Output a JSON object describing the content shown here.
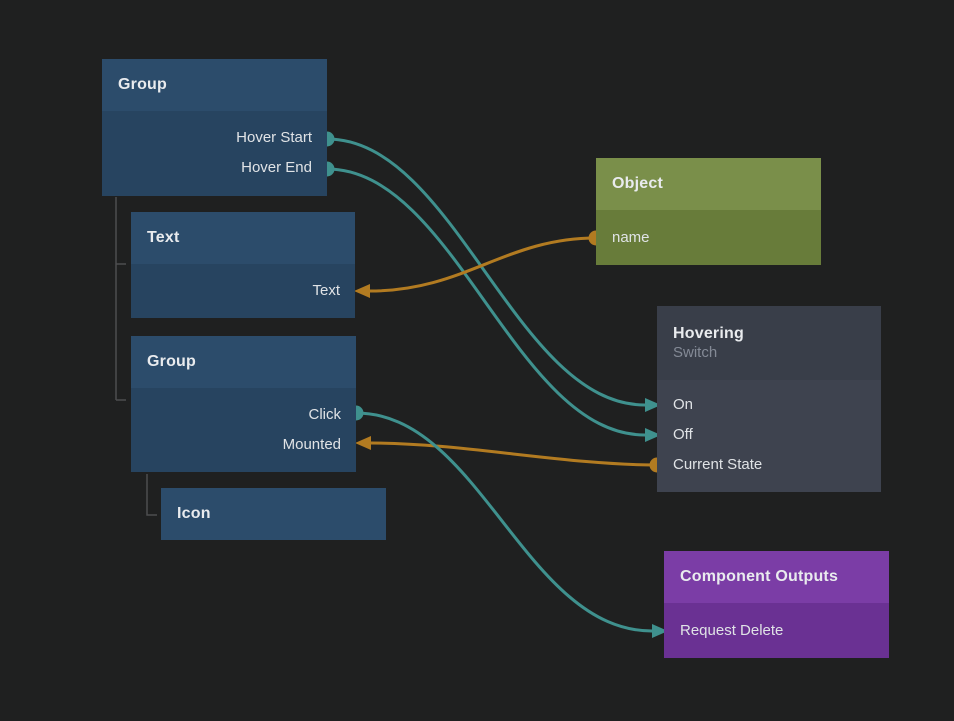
{
  "colors": {
    "bg": "#1f2020",
    "blue-header": "#2c4c6b",
    "blue-body": "#274460",
    "green-header": "#7a8f4a",
    "green-body": "#687c3a",
    "slate-header": "#393e49",
    "slate-body": "#3e434f",
    "purple-header": "#7b3da6",
    "purple-body": "#6a3193",
    "teal": "#3f918e",
    "orange": "#b27b21",
    "tree-line": "#4d4d4f",
    "title-text": "#e9ebee",
    "port-text": "#e0e3e6",
    "subtitle-text": "#848a96"
  },
  "nodes": {
    "group1": {
      "title": "Group",
      "color": "blue",
      "ports": [
        {
          "label": "Hover Start",
          "side": "right",
          "marker": "dot",
          "marker_color": "teal"
        },
        {
          "label": "Hover End",
          "side": "right",
          "marker": "dot",
          "marker_color": "teal"
        }
      ]
    },
    "text1": {
      "title": "Text",
      "color": "blue",
      "ports": [
        {
          "label": "Text",
          "side": "right",
          "marker": "arrow-in",
          "marker_color": "orange"
        }
      ]
    },
    "group2": {
      "title": "Group",
      "color": "blue",
      "ports": [
        {
          "label": "Click",
          "side": "right",
          "marker": "dot",
          "marker_color": "teal"
        },
        {
          "label": "Mounted",
          "side": "right",
          "marker": "arrow-in",
          "marker_color": "orange"
        }
      ]
    },
    "icon1": {
      "title": "Icon",
      "color": "blue",
      "ports": []
    },
    "object1": {
      "title": "Object",
      "color": "green",
      "ports": [
        {
          "label": "name",
          "side": "left",
          "marker": "dot",
          "marker_color": "orange"
        }
      ]
    },
    "hovering": {
      "title": "Hovering",
      "subtitle": "Switch",
      "color": "slate",
      "ports": [
        {
          "label": "On",
          "side": "left",
          "marker": "arrow-in",
          "marker_color": "teal"
        },
        {
          "label": "Off",
          "side": "left",
          "marker": "arrow-in",
          "marker_color": "teal"
        },
        {
          "label": "Current State",
          "side": "left",
          "marker": "dot",
          "marker_color": "orange"
        }
      ]
    },
    "outputs": {
      "title": "Component Outputs",
      "color": "purple",
      "ports": [
        {
          "label": "Request Delete",
          "side": "left",
          "marker": "arrow-in",
          "marker_color": "teal"
        }
      ]
    }
  },
  "connections": [
    {
      "from": "Group.Hover Start",
      "to": "Hovering.On",
      "color": "teal"
    },
    {
      "from": "Group.Hover End",
      "to": "Hovering.Off",
      "color": "teal"
    },
    {
      "from": "Object.name",
      "to": "Text.Text",
      "color": "orange"
    },
    {
      "from": "Hovering.Current State",
      "to": "Group.Mounted",
      "color": "orange"
    },
    {
      "from": "Group.Click",
      "to": "Component Outputs.Request Delete",
      "color": "teal"
    }
  ]
}
